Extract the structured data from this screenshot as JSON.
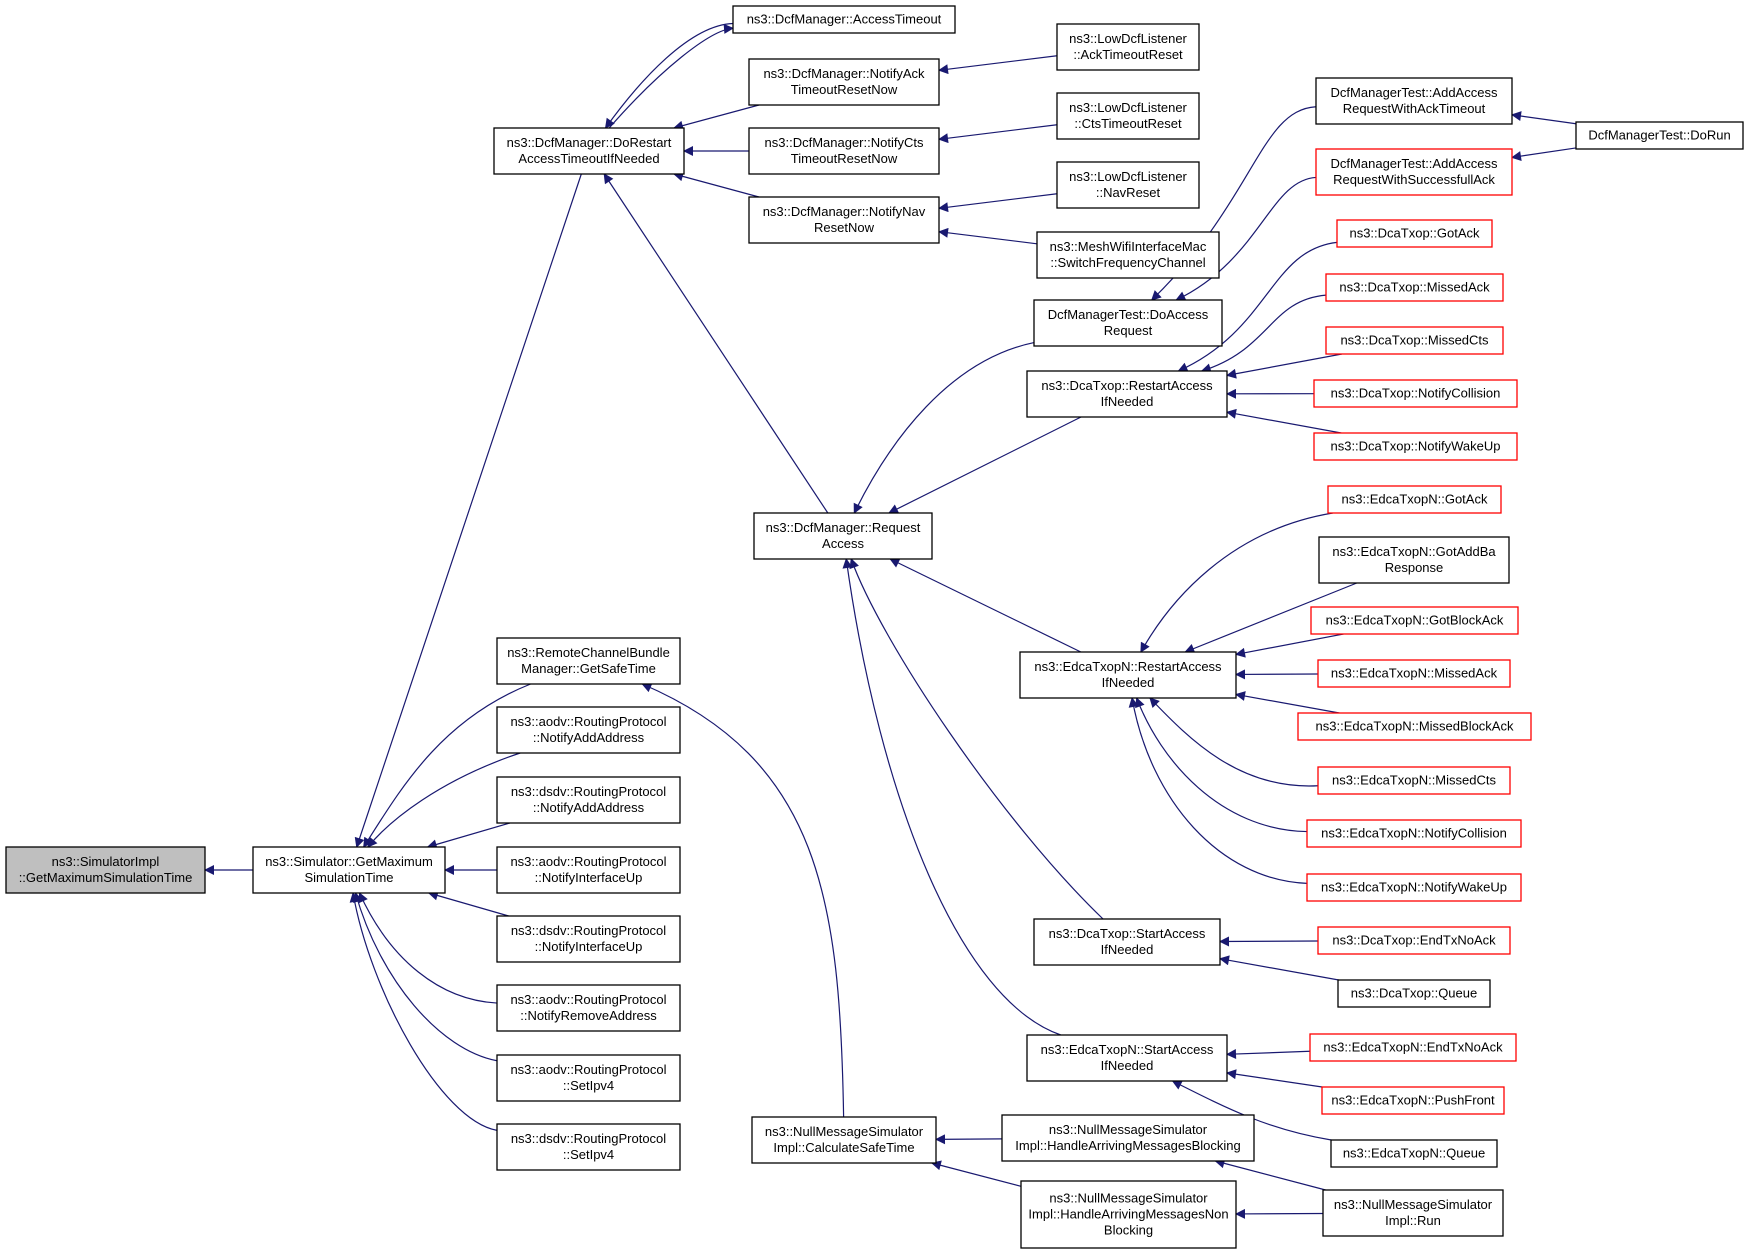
{
  "colors": {
    "edge": "#191970",
    "normal_border": "#000000",
    "truncated_border": "#ff0000",
    "root_fill": "#bfbfbf",
    "fill": "#ffffff"
  },
  "nodes": [
    {
      "id": "root",
      "lines": [
        "ns3::SimulatorImpl",
        "::GetMaximumSimulationTime"
      ],
      "style": "root"
    },
    {
      "id": "sim_getmax",
      "lines": [
        "ns3::Simulator::GetMaximum",
        "SimulationTime"
      ],
      "style": "normal"
    },
    {
      "id": "dcf_dorestart",
      "lines": [
        "ns3::DcfManager::DoRestart",
        "AccessTimeoutIfNeeded"
      ],
      "style": "normal"
    },
    {
      "id": "dcf_accesstimeout",
      "lines": [
        "ns3::DcfManager::AccessTimeout"
      ],
      "style": "normal"
    },
    {
      "id": "dcf_notifyack",
      "lines": [
        "ns3::DcfManager::NotifyAck",
        "TimeoutResetNow"
      ],
      "style": "normal"
    },
    {
      "id": "dcf_notifycts",
      "lines": [
        "ns3::DcfManager::NotifyCts",
        "TimeoutResetNow"
      ],
      "style": "normal"
    },
    {
      "id": "dcf_notifynav",
      "lines": [
        "ns3::DcfManager::NotifyNav",
        "ResetNow"
      ],
      "style": "normal"
    },
    {
      "id": "low_ack",
      "lines": [
        "ns3::LowDcfListener",
        "::AckTimeoutReset"
      ],
      "style": "normal"
    },
    {
      "id": "low_cts",
      "lines": [
        "ns3::LowDcfListener",
        "::CtsTimeoutReset"
      ],
      "style": "normal"
    },
    {
      "id": "low_nav",
      "lines": [
        "ns3::LowDcfListener",
        "::NavReset"
      ],
      "style": "normal"
    },
    {
      "id": "mesh_switch",
      "lines": [
        "ns3::MeshWifiInterfaceMac",
        "::SwitchFrequencyChannel"
      ],
      "style": "normal"
    },
    {
      "id": "dcftest_addack",
      "lines": [
        "DcfManagerTest::AddAccess",
        "RequestWithAckTimeout"
      ],
      "style": "normal"
    },
    {
      "id": "dcftest_addsucc",
      "lines": [
        "DcfManagerTest::AddAccess",
        "RequestWithSuccessfullAck"
      ],
      "style": "truncated"
    },
    {
      "id": "dcftest_dorun",
      "lines": [
        "DcfManagerTest::DoRun"
      ],
      "style": "normal"
    },
    {
      "id": "dcftest_doaccess",
      "lines": [
        "DcfManagerTest::DoAccess",
        "Request"
      ],
      "style": "normal"
    },
    {
      "id": "dca_gotack",
      "lines": [
        "ns3::DcaTxop::GotAck"
      ],
      "style": "truncated"
    },
    {
      "id": "dca_missedack",
      "lines": [
        "ns3::DcaTxop::MissedAck"
      ],
      "style": "truncated"
    },
    {
      "id": "dca_missedcts",
      "lines": [
        "ns3::DcaTxop::MissedCts"
      ],
      "style": "truncated"
    },
    {
      "id": "dca_notifycoll",
      "lines": [
        "ns3::DcaTxop::NotifyCollision"
      ],
      "style": "truncated"
    },
    {
      "id": "dca_notifywake",
      "lines": [
        "ns3::DcaTxop::NotifyWakeUp"
      ],
      "style": "truncated"
    },
    {
      "id": "dca_restart",
      "lines": [
        "ns3::DcaTxop::RestartAccess",
        "IfNeeded"
      ],
      "style": "normal"
    },
    {
      "id": "dcf_request",
      "lines": [
        "ns3::DcfManager::Request",
        "Access"
      ],
      "style": "normal"
    },
    {
      "id": "edca_gotack",
      "lines": [
        "ns3::EdcaTxopN::GotAck"
      ],
      "style": "truncated"
    },
    {
      "id": "edca_gotaddba",
      "lines": [
        "ns3::EdcaTxopN::GotAddBa",
        "Response"
      ],
      "style": "normal"
    },
    {
      "id": "edca_gotblockack",
      "lines": [
        "ns3::EdcaTxopN::GotBlockAck"
      ],
      "style": "truncated"
    },
    {
      "id": "edca_missedack",
      "lines": [
        "ns3::EdcaTxopN::MissedAck"
      ],
      "style": "truncated"
    },
    {
      "id": "edca_missedblockack",
      "lines": [
        "ns3::EdcaTxopN::MissedBlockAck"
      ],
      "style": "truncated"
    },
    {
      "id": "edca_missedcts",
      "lines": [
        "ns3::EdcaTxopN::MissedCts"
      ],
      "style": "truncated"
    },
    {
      "id": "edca_notifycoll",
      "lines": [
        "ns3::EdcaTxopN::NotifyCollision"
      ],
      "style": "truncated"
    },
    {
      "id": "edca_notifywake",
      "lines": [
        "ns3::EdcaTxopN::NotifyWakeUp"
      ],
      "style": "truncated"
    },
    {
      "id": "edca_restart",
      "lines": [
        "ns3::EdcaTxopN::RestartAccess",
        "IfNeeded"
      ],
      "style": "normal"
    },
    {
      "id": "dca_start",
      "lines": [
        "ns3::DcaTxop::StartAccess",
        "IfNeeded"
      ],
      "style": "normal"
    },
    {
      "id": "dca_endtx",
      "lines": [
        "ns3::DcaTxop::EndTxNoAck"
      ],
      "style": "truncated"
    },
    {
      "id": "dca_queue",
      "lines": [
        "ns3::DcaTxop::Queue"
      ],
      "style": "normal"
    },
    {
      "id": "edca_start",
      "lines": [
        "ns3::EdcaTxopN::StartAccess",
        "IfNeeded"
      ],
      "style": "normal"
    },
    {
      "id": "edca_endtx",
      "lines": [
        "ns3::EdcaTxopN::EndTxNoAck"
      ],
      "style": "truncated"
    },
    {
      "id": "edca_pushfront",
      "lines": [
        "ns3::EdcaTxopN::PushFront"
      ],
      "style": "truncated"
    },
    {
      "id": "edca_queue",
      "lines": [
        "ns3::EdcaTxopN::Queue"
      ],
      "style": "normal"
    },
    {
      "id": "remote_getsafe",
      "lines": [
        "ns3::RemoteChannelBundle",
        "Manager::GetSafeTime"
      ],
      "style": "normal"
    },
    {
      "id": "aodv_addaddr",
      "lines": [
        "ns3::aodv::RoutingProtocol",
        "::NotifyAddAddress"
      ],
      "style": "normal"
    },
    {
      "id": "dsdv_addaddr",
      "lines": [
        "ns3::dsdv::RoutingProtocol",
        "::NotifyAddAddress"
      ],
      "style": "normal"
    },
    {
      "id": "aodv_ifup",
      "lines": [
        "ns3::aodv::RoutingProtocol",
        "::NotifyInterfaceUp"
      ],
      "style": "normal"
    },
    {
      "id": "dsdv_ifup",
      "lines": [
        "ns3::dsdv::RoutingProtocol",
        "::NotifyInterfaceUp"
      ],
      "style": "normal"
    },
    {
      "id": "aodv_remove",
      "lines": [
        "ns3::aodv::RoutingProtocol",
        "::NotifyRemoveAddress"
      ],
      "style": "normal"
    },
    {
      "id": "aodv_setipv4",
      "lines": [
        "ns3::aodv::RoutingProtocol",
        "::SetIpv4"
      ],
      "style": "normal"
    },
    {
      "id": "dsdv_setipv4",
      "lines": [
        "ns3::dsdv::RoutingProtocol",
        "::SetIpv4"
      ],
      "style": "normal"
    },
    {
      "id": "nms_calcsafe",
      "lines": [
        "ns3::NullMessageSimulator",
        "Impl::CalculateSafeTime"
      ],
      "style": "normal"
    },
    {
      "id": "nms_handleblock",
      "lines": [
        "ns3::NullMessageSimulator",
        "Impl::HandleArrivingMessagesBlocking"
      ],
      "style": "normal"
    },
    {
      "id": "nms_handlenonblock",
      "lines": [
        "ns3::NullMessageSimulator",
        "Impl::HandleArrivingMessagesNon",
        "Blocking"
      ],
      "style": "normal"
    },
    {
      "id": "nms_run",
      "lines": [
        "ns3::NullMessageSimulator",
        "Impl::Run"
      ],
      "style": "normal"
    }
  ]
}
